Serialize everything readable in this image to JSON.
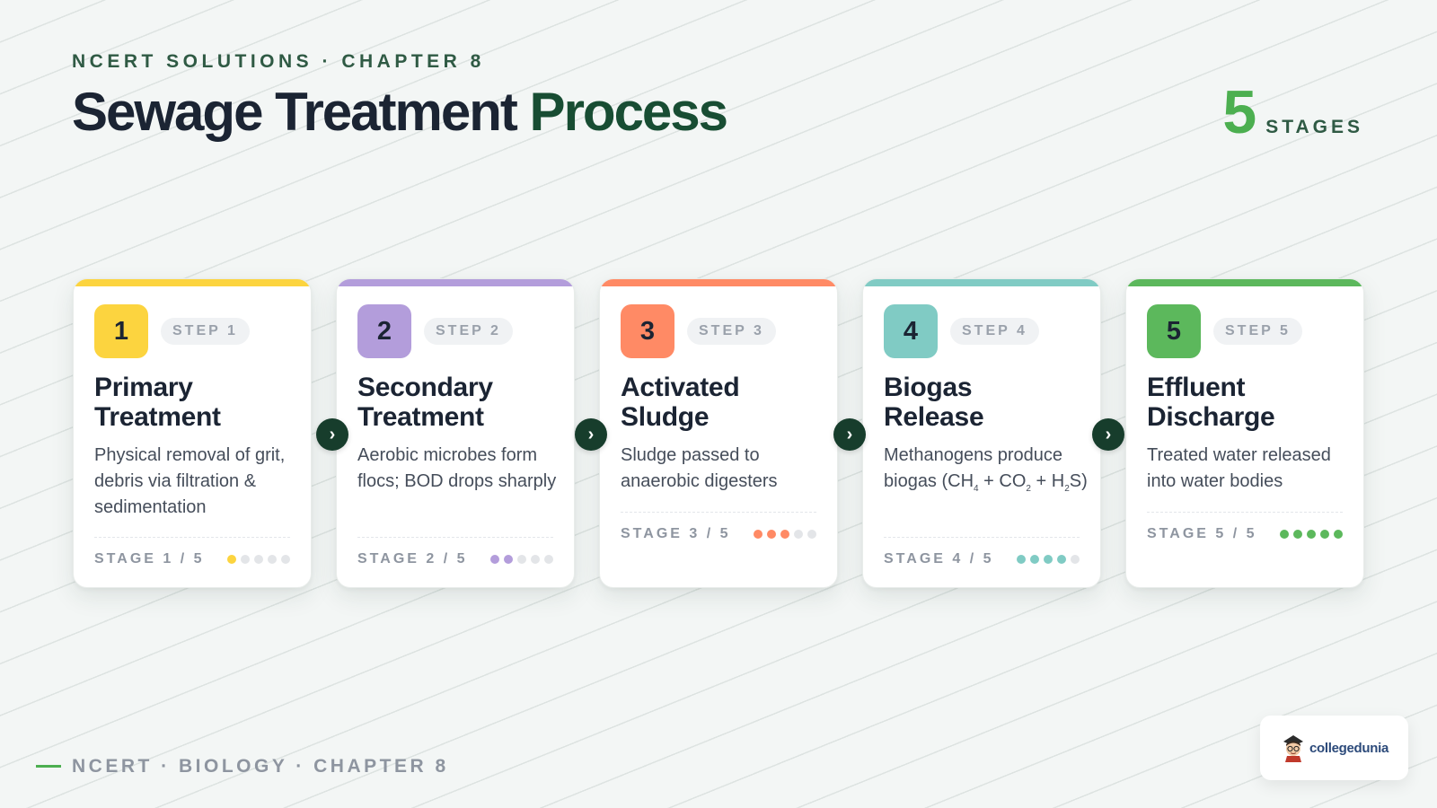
{
  "header": {
    "eyebrow": "NCERT SOLUTIONS · CHAPTER 8",
    "title_main": "Sewage Treatment",
    "title_accent": "Process",
    "stages_count": "5",
    "stages_label": "STAGES"
  },
  "steps": [
    {
      "number": "1",
      "step_label": "STEP 1",
      "title_line1": "Primary",
      "title_line2": "Treatment",
      "description": "Physical removal of grit, debris via filtration & sedimentation",
      "stage_label": "STAGE 1 / 5",
      "progress": 1,
      "color": "#fcd43f"
    },
    {
      "number": "2",
      "step_label": "STEP 2",
      "title_line1": "Secondary",
      "title_line2": "Treatment",
      "description": "Aerobic microbes form flocs; BOD drops sharply",
      "stage_label": "STAGE 2 / 5",
      "progress": 2,
      "color": "#b39ddb"
    },
    {
      "number": "3",
      "step_label": "STEP 3",
      "title_line1": "Activated",
      "title_line2": "Sludge",
      "description": "Sludge passed to anaerobic digesters",
      "stage_label": "STAGE 3 / 5",
      "progress": 3,
      "color": "#ff8a65"
    },
    {
      "number": "4",
      "step_label": "STEP 4",
      "title_line1": "Biogas",
      "title_line2": "Release",
      "description_parts": [
        "Methanogens produce biogas (CH",
        "4",
        " + CO",
        "2",
        " + H",
        "2",
        "S)"
      ],
      "stage_label": "STAGE 4 / 5",
      "progress": 4,
      "color": "#80cbc4"
    },
    {
      "number": "5",
      "step_label": "STEP 5",
      "title_line1": "Effluent",
      "title_line2": "Discharge",
      "description": "Treated water released into water bodies",
      "stage_label": "STAGE 5 / 5",
      "progress": 5,
      "color": "#5cb85c"
    }
  ],
  "total_stages": 5,
  "footer": {
    "text": "NCERT · BIOLOGY · CHAPTER 8",
    "accent_color": "#4caf50"
  },
  "logo": {
    "text": "collegedunia",
    "icon": "mascot-icon"
  }
}
